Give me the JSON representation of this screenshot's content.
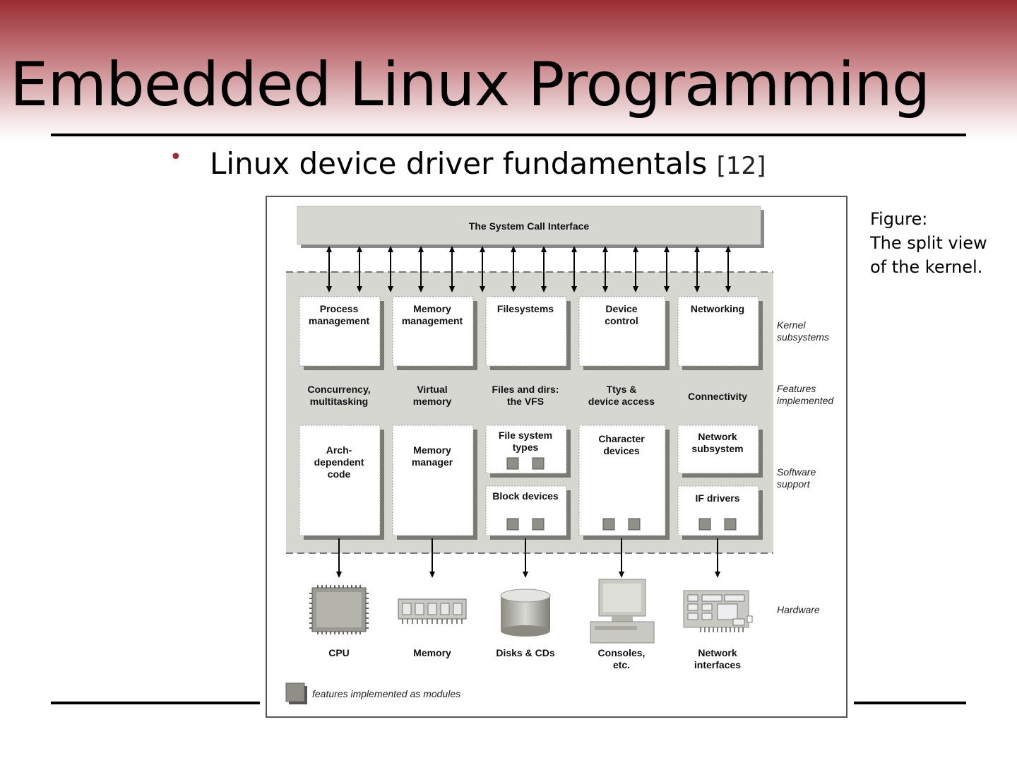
{
  "slide": {
    "title": "Embedded Linux Programming",
    "bullet_text": "Linux device driver fundamentals",
    "bullet_ref": "[12]"
  },
  "caption": {
    "line1": "Figure:",
    "line2": "The split view",
    "line3": "of the kernel."
  },
  "diagram": {
    "syscall_interface": "The System Call Interface",
    "subsystems": [
      [
        "Process",
        "management"
      ],
      [
        "Memory",
        "management"
      ],
      [
        "Filesystems"
      ],
      [
        "Device",
        "control"
      ],
      [
        "Networking"
      ]
    ],
    "features": [
      [
        "Concurrency,",
        "multitasking"
      ],
      [
        "Virtual",
        "memory"
      ],
      [
        "Files and dirs:",
        "the VFS"
      ],
      [
        "Ttys &",
        "device access"
      ],
      [
        "Connectivity"
      ]
    ],
    "software": {
      "arch": [
        "Arch-",
        "dependent",
        "code"
      ],
      "memory_manager": [
        "Memory",
        "manager"
      ],
      "fs_types": [
        "File system",
        "types"
      ],
      "block_devices": "Block devices",
      "char_devices": [
        "Character",
        "devices"
      ],
      "net_subsystem": [
        "Network",
        "subsystem"
      ],
      "if_drivers": "IF drivers"
    },
    "hardware": [
      [
        "CPU"
      ],
      [
        "Memory"
      ],
      [
        "Disks & CDs"
      ],
      [
        "Consoles,",
        "etc."
      ],
      [
        "Network",
        "interfaces"
      ]
    ],
    "side_labels": {
      "kernel": [
        "Kernel",
        "subsystems"
      ],
      "features": [
        "Features",
        "implemented"
      ],
      "software": [
        "Software",
        "support"
      ],
      "hardware": [
        "Hardware"
      ]
    },
    "legend": "features implemented as modules"
  },
  "colors": {
    "header_red": "#9a2b31",
    "kernel_gray": "#d7d7d2",
    "module_gray": "#8f8f88"
  }
}
